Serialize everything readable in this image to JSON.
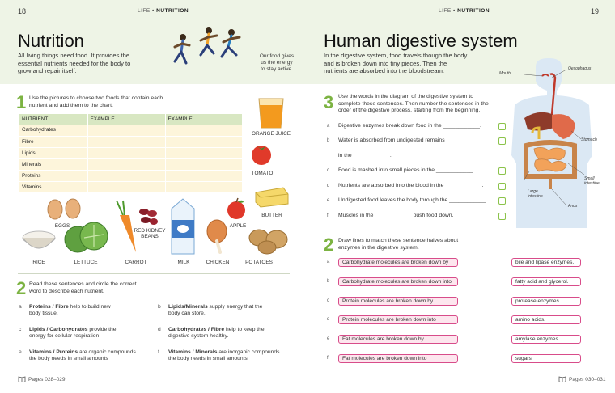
{
  "left": {
    "page_number": "18",
    "running_head": {
      "section": "LIFE",
      "sep": "•",
      "topic": "NUTRITION"
    },
    "title": "Nutrition",
    "intro": [
      "All living things need food. It provides the",
      "essential nutrients needed for the body to",
      "grow and repair itself."
    ],
    "caption": [
      "Our food gives",
      "us the energy",
      "to stay active."
    ],
    "q1": {
      "number": "1",
      "text": [
        "Use the pictures to choose two foods that contain each",
        "nutrient and add them to the chart."
      ],
      "table": {
        "headers": [
          "NUTRIENT",
          "EXAMPLE",
          "EXAMPLE"
        ],
        "rows": [
          "Carbohydrates",
          "Fibre",
          "Lipids",
          "Minerals",
          "Proteins",
          "Vitamins"
        ]
      },
      "foods": {
        "orange_juice": "ORANGE JUICE",
        "tomato": "TOMATO",
        "butter": "BUTTER",
        "eggs": "EGGS",
        "red_kidney_beans_1": "RED KIDNEY",
        "red_kidney_beans_2": "BEANS",
        "apple": "APPLE",
        "rice": "RICE",
        "lettuce": "LETTUCE",
        "carrot": "CARROT",
        "milk": "MILK",
        "chicken": "CHICKEN",
        "potatoes": "POTATOES"
      }
    },
    "q2": {
      "number": "2",
      "text": [
        "Read these sentences and circle the correct",
        "word to describe each nutrient."
      ],
      "items": [
        {
          "letter": "a",
          "bold": "Proteins / Fibre",
          "rest1": " help to build new",
          "rest2": "body tissue."
        },
        {
          "letter": "b",
          "bold": "Lipids/Minerals",
          "rest1": " supply energy that the",
          "rest2": "body can store."
        },
        {
          "letter": "c",
          "bold": "Lipids / Carbohydrates",
          "rest1": " provide the",
          "rest2": "energy for cellular respiration"
        },
        {
          "letter": "d",
          "bold": "Carbohydrates / Fibre",
          "rest1": " help to keep the",
          "rest2": "digestive system healthy."
        },
        {
          "letter": "e",
          "bold": "Vitamins / Proteins",
          "rest1": " are organic compounds",
          "rest2": "the body needs in small amounts"
        },
        {
          "letter": "f",
          "bold": "Vitamins / Minerals",
          "rest1": " are inorganic compounds",
          "rest2": "the body needs in small amounts."
        }
      ]
    },
    "footer": "Pages 028–029"
  },
  "right": {
    "page_number": "19",
    "running_head": {
      "section": "LIFE",
      "sep": "•",
      "topic": "NUTRITION"
    },
    "title": "Human digestive system",
    "intro": [
      "In the digestive system, food travels though the body",
      "and is broken down into tiny pieces. Then the",
      "nutrients are absorbed into the bloodstream."
    ],
    "diagram_labels": {
      "mouth": "Mouth",
      "oesophagus": "Oesophagus",
      "stomach": "Stomach",
      "small_intestine_1": "Small",
      "small_intestine_2": "intestine",
      "large_intestine_1": "Large",
      "large_intestine_2": "intestine",
      "anus": "Anus"
    },
    "q3": {
      "number": "3",
      "text": [
        "Use the words in the diagram of the digestive system to",
        "complete these sentences. Then number the sentences in the",
        "order of the digestive process, starting from the beginning."
      ],
      "items": [
        {
          "letter": "a",
          "before": "Digestive enzymes break down food in the",
          "after": "."
        },
        {
          "letter": "b",
          "before": "Water is absorbed from undigested remains",
          "after": ""
        },
        {
          "letter": "",
          "before": "in the",
          "after": "."
        },
        {
          "letter": "c",
          "before": "Food is mashed into small pieces in the",
          "after": "."
        },
        {
          "letter": "d",
          "before": "Nutrients are absorbed into the blood in the",
          "after": "."
        },
        {
          "letter": "e",
          "before": "Undigested food leaves the body through the",
          "after": "."
        },
        {
          "letter": "f",
          "before": "Muscles in the",
          "after": "push food down."
        }
      ]
    },
    "q4": {
      "number": "2",
      "text": [
        "Draw lines to match these sentence halves about",
        "enzymes in the digestive system."
      ],
      "left_items": [
        {
          "letter": "a",
          "text": "Carbohydrate molecules are broken down by"
        },
        {
          "letter": "b",
          "text": "Carbohydrate molecules are broken down into"
        },
        {
          "letter": "c",
          "text": "Protein molecules are broken down by"
        },
        {
          "letter": "d",
          "text": "Protein molecules are broken down into"
        },
        {
          "letter": "e",
          "text": "Fat molecules are broken down by"
        },
        {
          "letter": "f",
          "text": "Fat molecules are broken down into"
        }
      ],
      "right_items": [
        "bile and lipase enzymes.",
        "fatty acid and glycerol.",
        "protease enzymes.",
        "amino acids.",
        "amylase enzymes.",
        "sugars."
      ]
    },
    "footer": "Pages 030–031"
  },
  "colors": {
    "accent_green": "#7cb342",
    "band": "#eef4e6",
    "pink": "#d84c8a"
  }
}
